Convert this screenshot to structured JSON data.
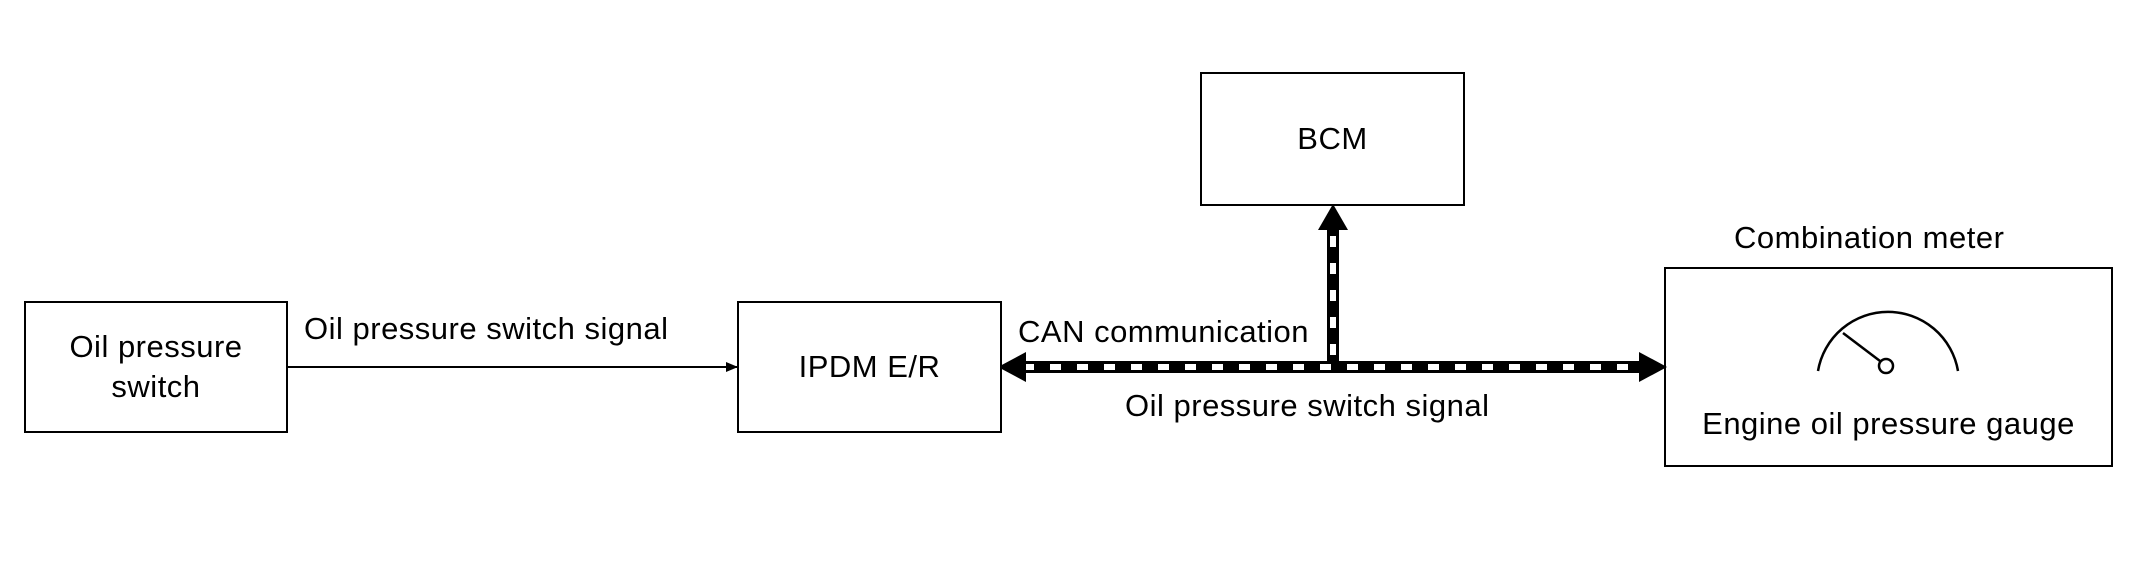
{
  "nodes": {
    "oil_pressure_switch": "Oil pressure\nswitch",
    "ipdm": "IPDM E/R",
    "bcm": "BCM",
    "combination_meter_title": "Combination meter",
    "gauge_label": "Engine oil pressure gauge"
  },
  "links": {
    "switch_to_ipdm": "Oil pressure switch signal",
    "can_label": "CAN communication",
    "can_signal": "Oil pressure switch signal"
  },
  "icons": {
    "gauge": "gauge-icon"
  }
}
